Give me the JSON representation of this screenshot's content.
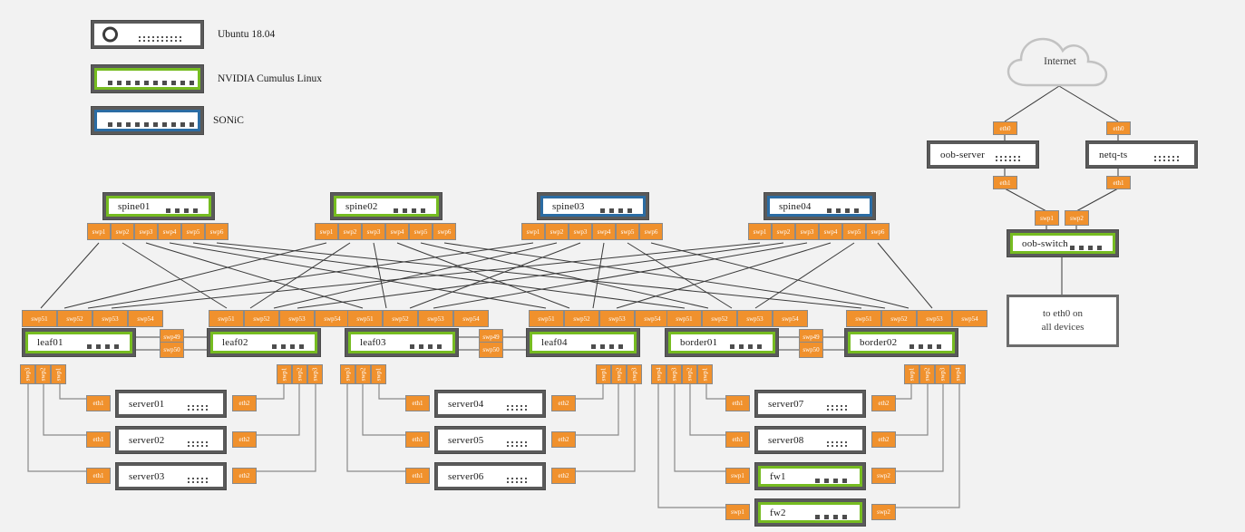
{
  "legend": {
    "items": [
      {
        "name": "ubuntu",
        "label": "Ubuntu 18.04",
        "os": "ubuntu"
      },
      {
        "name": "cumulus",
        "label": "NVIDIA Cumulus Linux",
        "os": "cumulus"
      },
      {
        "name": "sonic",
        "label": "SONiC",
        "os": "sonic"
      }
    ]
  },
  "colors": {
    "cumulus_green": "#76bc21",
    "sonic_blue": "#2b6ca3",
    "port_orange": "#f0912d",
    "chassis_gray": "#5a5a5a",
    "background": "#f2f2f2"
  },
  "cloud": {
    "label": "Internet"
  },
  "note": {
    "line1": "to eth0 on",
    "line2": "all devices"
  },
  "spines": [
    {
      "name": "spine01",
      "os": "cumulus",
      "ports": [
        "swp1",
        "swp2",
        "swp3",
        "swp4",
        "swp5",
        "swp6"
      ]
    },
    {
      "name": "spine02",
      "os": "cumulus",
      "ports": [
        "swp1",
        "swp2",
        "swp3",
        "swp4",
        "swp5",
        "swp6"
      ]
    },
    {
      "name": "spine03",
      "os": "sonic",
      "ports": [
        "swp1",
        "swp2",
        "swp3",
        "swp4",
        "swp5",
        "swp6"
      ]
    },
    {
      "name": "spine04",
      "os": "sonic",
      "ports": [
        "swp1",
        "swp2",
        "swp3",
        "swp4",
        "swp5",
        "swp6"
      ]
    }
  ],
  "leaves": [
    {
      "name": "leaf01",
      "os": "cumulus",
      "uplinks": [
        "swp51",
        "swp52",
        "swp53",
        "swp54"
      ],
      "downlinks": [
        "swp3",
        "swp2",
        "swp1"
      ]
    },
    {
      "name": "leaf02",
      "os": "cumulus",
      "uplinks": [
        "swp51",
        "swp52",
        "swp53",
        "swp54"
      ],
      "downlinks": [
        "swp1",
        "swp2",
        "swp3"
      ]
    },
    {
      "name": "leaf03",
      "os": "cumulus",
      "uplinks": [
        "swp51",
        "swp52",
        "swp53",
        "swp54"
      ],
      "downlinks": [
        "swp3",
        "swp2",
        "swp1"
      ]
    },
    {
      "name": "leaf04",
      "os": "cumulus",
      "uplinks": [
        "swp51",
        "swp52",
        "swp53",
        "swp54"
      ],
      "downlinks": [
        "swp1",
        "swp2",
        "swp3"
      ]
    },
    {
      "name": "border01",
      "os": "cumulus",
      "uplinks": [
        "swp51",
        "swp52",
        "swp53",
        "swp54"
      ],
      "downlinks": [
        "swp4",
        "swp3",
        "swp2",
        "swp1"
      ]
    },
    {
      "name": "border02",
      "os": "cumulus",
      "uplinks": [
        "swp51",
        "swp52",
        "swp53",
        "swp54"
      ],
      "downlinks": [
        "swp1",
        "swp2",
        "swp3",
        "swp4"
      ]
    }
  ],
  "peerlinks": [
    {
      "pair": "leaf01-leaf02",
      "ports": [
        "swp49",
        "swp50"
      ]
    },
    {
      "pair": "leaf03-leaf04",
      "ports": [
        "swp49",
        "swp50"
      ]
    },
    {
      "pair": "border01-border02",
      "ports": [
        "swp49",
        "swp50"
      ]
    }
  ],
  "hosts": [
    {
      "name": "server01",
      "os": "ubuntu",
      "left_port": "eth1",
      "right_port": "eth2"
    },
    {
      "name": "server02",
      "os": "ubuntu",
      "left_port": "eth1",
      "right_port": "eth2"
    },
    {
      "name": "server03",
      "os": "ubuntu",
      "left_port": "eth1",
      "right_port": "eth2"
    },
    {
      "name": "server04",
      "os": "ubuntu",
      "left_port": "eth1",
      "right_port": "eth2"
    },
    {
      "name": "server05",
      "os": "ubuntu",
      "left_port": "eth1",
      "right_port": "eth2"
    },
    {
      "name": "server06",
      "os": "ubuntu",
      "left_port": "eth1",
      "right_port": "eth2"
    },
    {
      "name": "server07",
      "os": "ubuntu",
      "left_port": "eth1",
      "right_port": "eth2"
    },
    {
      "name": "server08",
      "os": "ubuntu",
      "left_port": "eth1",
      "right_port": "eth2"
    },
    {
      "name": "fw1",
      "os": "cumulus",
      "left_port": "swp1",
      "right_port": "swp2"
    },
    {
      "name": "fw2",
      "os": "cumulus",
      "left_port": "swp1",
      "right_port": "swp2"
    }
  ],
  "oob": {
    "server": {
      "name": "oob-server",
      "os": "ubuntu",
      "uplink_port": "eth0",
      "downlink_port": "eth1"
    },
    "netq": {
      "name": "netq-ts",
      "os": "ubuntu",
      "uplink_port": "eth0",
      "downlink_port": "eth1"
    },
    "switch": {
      "name": "oob-switch",
      "os": "cumulus",
      "ports": [
        "swp1",
        "swp2"
      ]
    }
  }
}
